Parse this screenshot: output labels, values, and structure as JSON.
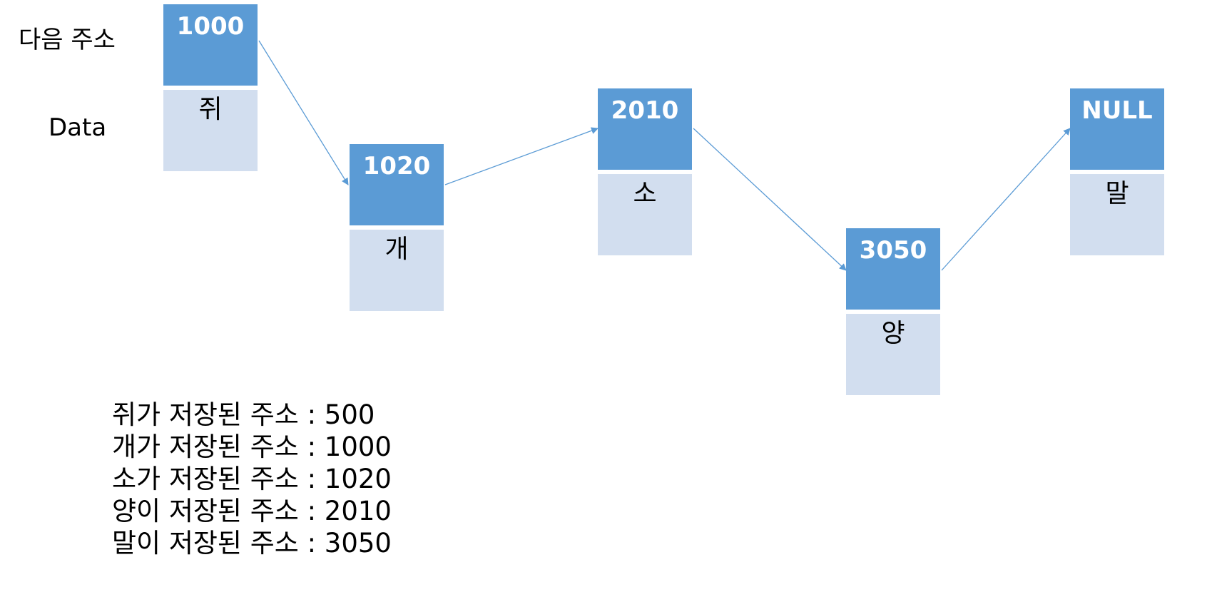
{
  "labels": {
    "next_address": "다음 주소",
    "data": "Data"
  },
  "colors": {
    "address_fill": "#5b9bd5",
    "data_fill": "#d2deef",
    "arrow": "#5b9bd5"
  },
  "nodes": [
    {
      "next": "1000",
      "data": "쥐"
    },
    {
      "next": "1020",
      "data": "개"
    },
    {
      "next": "2010",
      "data": "소"
    },
    {
      "next": "3050",
      "data": "양"
    },
    {
      "next": "NULL",
      "data": "말"
    }
  ],
  "address_list": [
    "쥐가 저장된 주소 : 500",
    "개가 저장된 주소 : 1000",
    "소가 저장된 주소 : 1020",
    "양이 저장된 주소 : 2010",
    "말이 저장된 주소 : 3050"
  ]
}
